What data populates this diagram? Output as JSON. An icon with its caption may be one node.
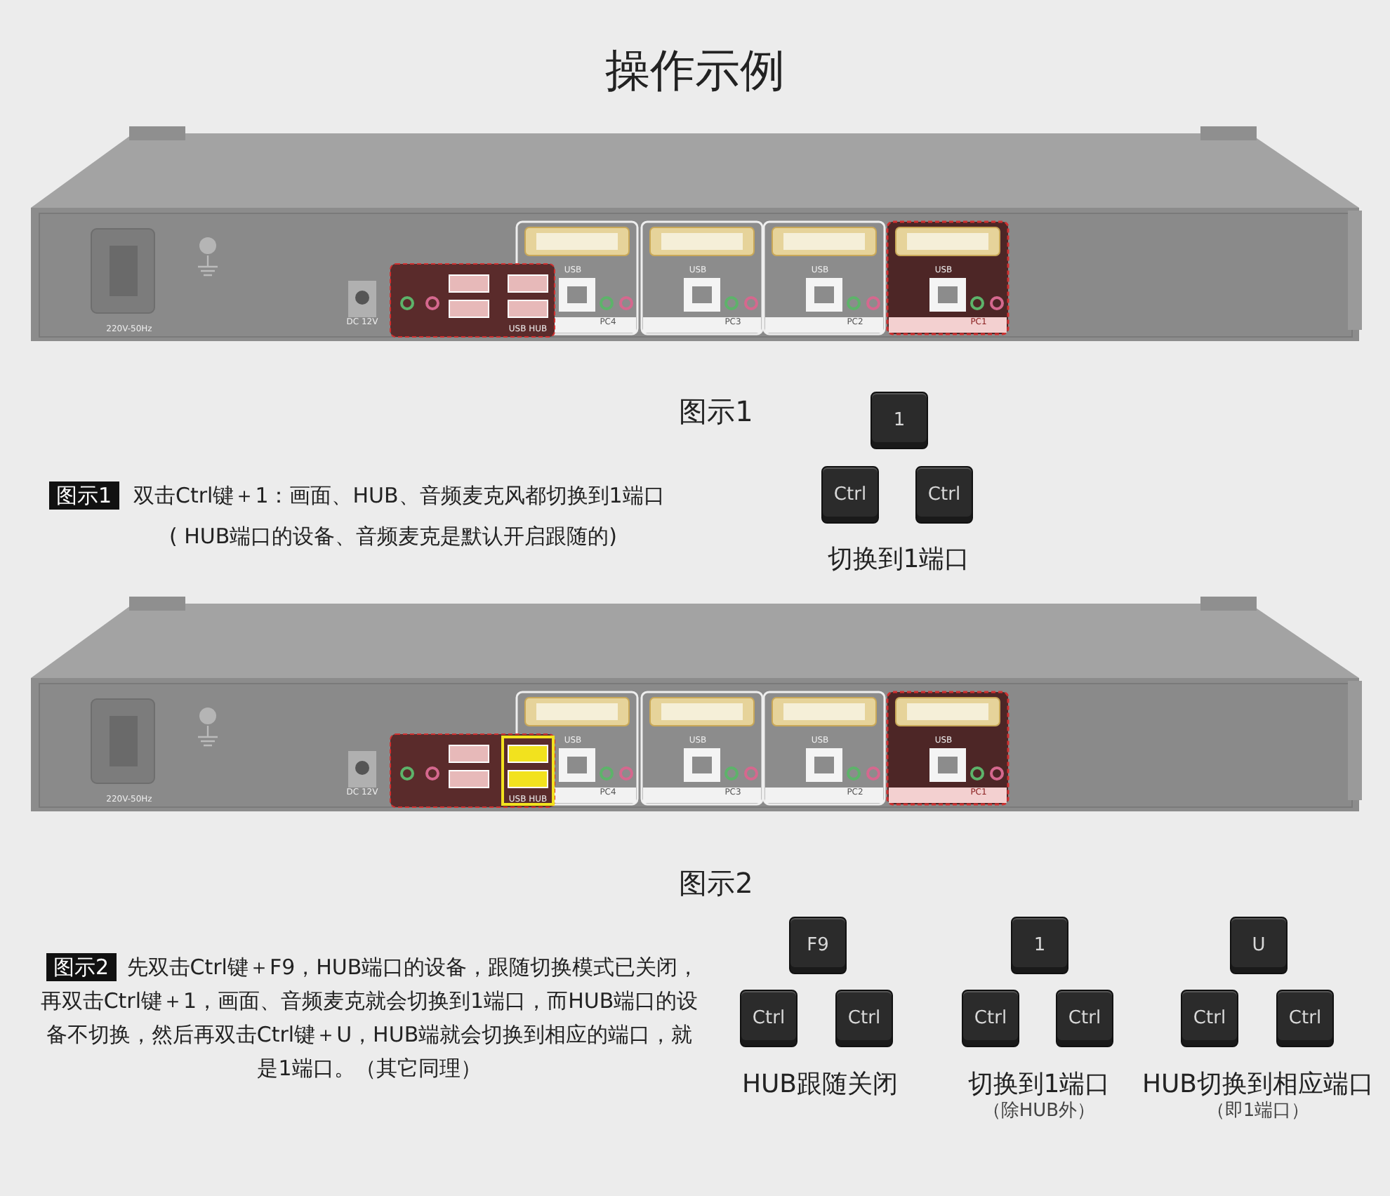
{
  "diagram": {
    "title": "操作示例",
    "nodes": [
      {
        "text": [
          "图示1"
        ]
      },
      {
        "text": [
          "1"
        ]
      },
      {
        "text": [
          "Ctrl"
        ]
      },
      {
        "text": [
          "Ctrl"
        ]
      },
      {
        "text": [
          "图示2"
        ]
      },
      {
        "text": [
          "F9"
        ]
      },
      {
        "text": [
          "Ctrl"
        ]
      },
      {
        "text": [
          "Ctrl"
        ]
      },
      {
        "text": [
          "1"
        ]
      },
      {
        "text": [
          "Ctrl"
        ]
      },
      {
        "text": [
          "Ctrl"
        ]
      },
      {
        "text": [
          "U"
        ]
      },
      {
        "text": [
          "Ctrl"
        ]
      },
      {
        "text": [
          "Ctrl"
        ]
      }
    ],
    "labels": [
      "220V-50Hz",
      "DC 12V",
      "USB HUB",
      "USB",
      "PC4",
      "USB",
      "PC3",
      "USB",
      "PC2",
      "USB",
      "PC1",
      "图示1",
      "双击Ctrl键＋1：画面、HUB、音频麦克风都切换到1端口",
      "( HUB端口的设备、音频麦克是默认开启跟随的)",
      "切换到1端口",
      "220V-50Hz",
      "DC 12V",
      "USB HUB",
      "USB",
      "PC4",
      "USB",
      "PC3",
      "USB",
      "PC2",
      "USB",
      "PC1",
      "图示2",
      "先双击Ctrl键＋F9，HUB端口的设备，跟随切换模式已关闭，再双击Ctrl键＋1，画面、音频麦克就会切换到1端口，而HUB端口的设备不切换，然后再双击Ctrl键＋U，HUB端就会切换到相应的端口，就是1端口。（其它同理）",
      "HUB跟随关闭",
      "切换到1端口",
      "（除HUB外）",
      "HUB切换到相应端口",
      "（即1端口）"
    ]
  }
}
